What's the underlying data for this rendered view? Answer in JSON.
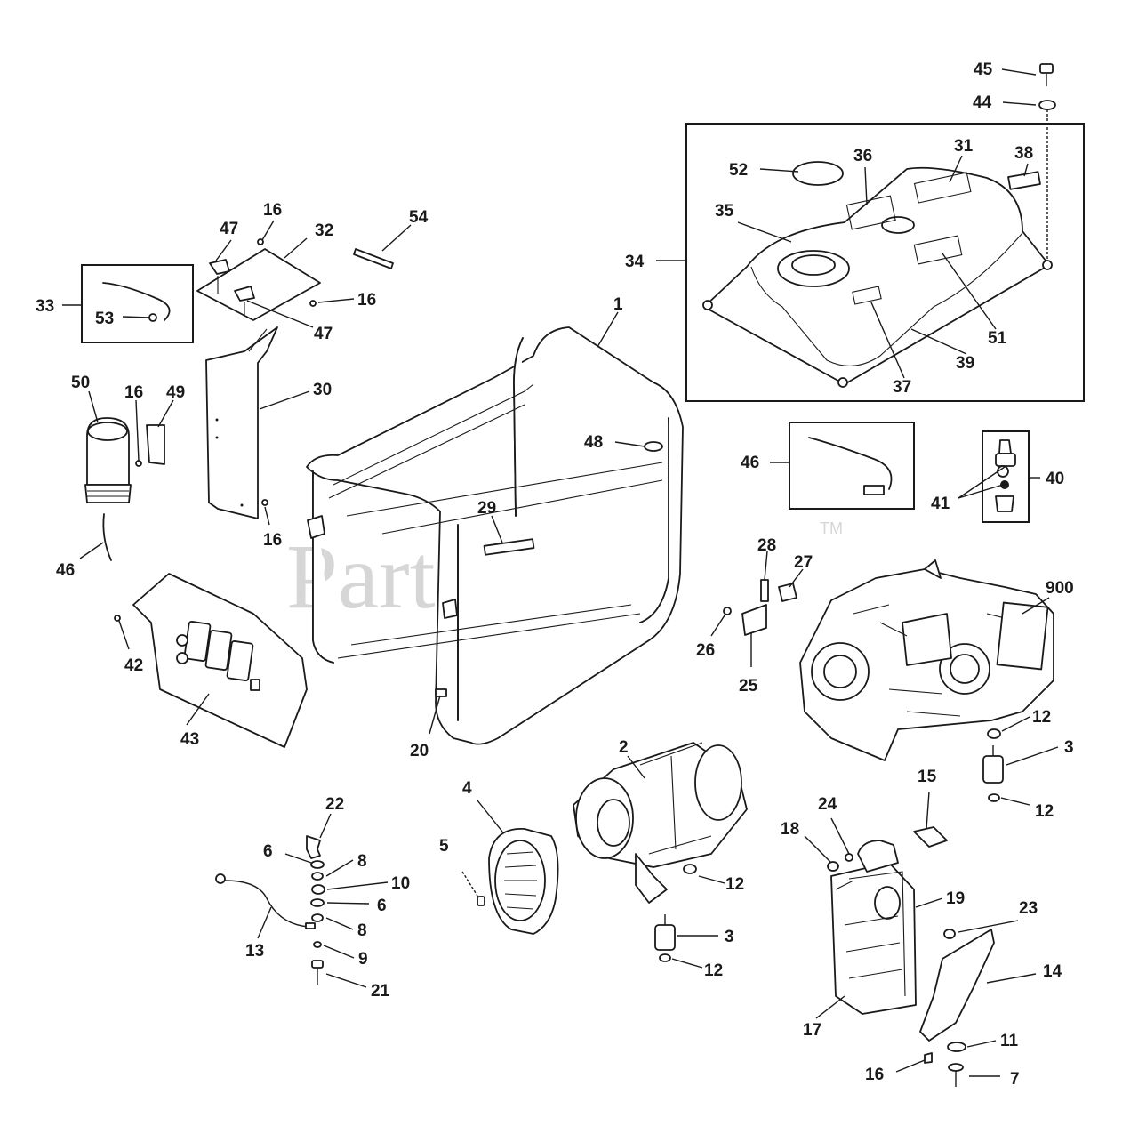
{
  "watermark": {
    "text": "PartsTree",
    "trademark": "TM"
  },
  "callouts": [
    {
      "id": "c45",
      "label": "45"
    },
    {
      "id": "c44",
      "label": "44"
    },
    {
      "id": "c52",
      "label": "52"
    },
    {
      "id": "c36",
      "label": "36"
    },
    {
      "id": "c31",
      "label": "31"
    },
    {
      "id": "c38",
      "label": "38"
    },
    {
      "id": "c35",
      "label": "35"
    },
    {
      "id": "c34",
      "label": "34"
    },
    {
      "id": "c51",
      "label": "51"
    },
    {
      "id": "c39",
      "label": "39"
    },
    {
      "id": "c37",
      "label": "37"
    },
    {
      "id": "c47a",
      "label": "47"
    },
    {
      "id": "c16a",
      "label": "16"
    },
    {
      "id": "c32",
      "label": "32"
    },
    {
      "id": "c54",
      "label": "54"
    },
    {
      "id": "c33",
      "label": "33"
    },
    {
      "id": "c53",
      "label": "53"
    },
    {
      "id": "c16b",
      "label": "16"
    },
    {
      "id": "c47b",
      "label": "47"
    },
    {
      "id": "c1",
      "label": "1"
    },
    {
      "id": "c50",
      "label": "50"
    },
    {
      "id": "c16c",
      "label": "16"
    },
    {
      "id": "c49",
      "label": "49"
    },
    {
      "id": "c30",
      "label": "30"
    },
    {
      "id": "c48",
      "label": "48"
    },
    {
      "id": "c46a",
      "label": "46"
    },
    {
      "id": "c40",
      "label": "40"
    },
    {
      "id": "c41",
      "label": "41"
    },
    {
      "id": "c29",
      "label": "29"
    },
    {
      "id": "c16d",
      "label": "16"
    },
    {
      "id": "c46b",
      "label": "46"
    },
    {
      "id": "c28",
      "label": "28"
    },
    {
      "id": "c27",
      "label": "27"
    },
    {
      "id": "c900",
      "label": "900"
    },
    {
      "id": "c26",
      "label": "26"
    },
    {
      "id": "c25",
      "label": "25"
    },
    {
      "id": "c42",
      "label": "42"
    },
    {
      "id": "c43",
      "label": "43"
    },
    {
      "id": "c20",
      "label": "20"
    },
    {
      "id": "c2",
      "label": "2"
    },
    {
      "id": "c12a",
      "label": "12"
    },
    {
      "id": "c3a",
      "label": "3"
    },
    {
      "id": "c12b",
      "label": "12"
    },
    {
      "id": "c4",
      "label": "4"
    },
    {
      "id": "c15",
      "label": "15"
    },
    {
      "id": "c22",
      "label": "22"
    },
    {
      "id": "c24",
      "label": "24"
    },
    {
      "id": "c18",
      "label": "18"
    },
    {
      "id": "c5",
      "label": "5"
    },
    {
      "id": "c6a",
      "label": "6"
    },
    {
      "id": "c8a",
      "label": "8"
    },
    {
      "id": "c10",
      "label": "10"
    },
    {
      "id": "c6b",
      "label": "6"
    },
    {
      "id": "c12c",
      "label": "12"
    },
    {
      "id": "c19",
      "label": "19"
    },
    {
      "id": "c23",
      "label": "23"
    },
    {
      "id": "c8b",
      "label": "8"
    },
    {
      "id": "c3b",
      "label": "3"
    },
    {
      "id": "c13",
      "label": "13"
    },
    {
      "id": "c9",
      "label": "9"
    },
    {
      "id": "c12d",
      "label": "12"
    },
    {
      "id": "c14",
      "label": "14"
    },
    {
      "id": "c21",
      "label": "21"
    },
    {
      "id": "c17",
      "label": "17"
    },
    {
      "id": "c11",
      "label": "11"
    },
    {
      "id": "c16e",
      "label": "16"
    },
    {
      "id": "c7",
      "label": "7"
    }
  ]
}
